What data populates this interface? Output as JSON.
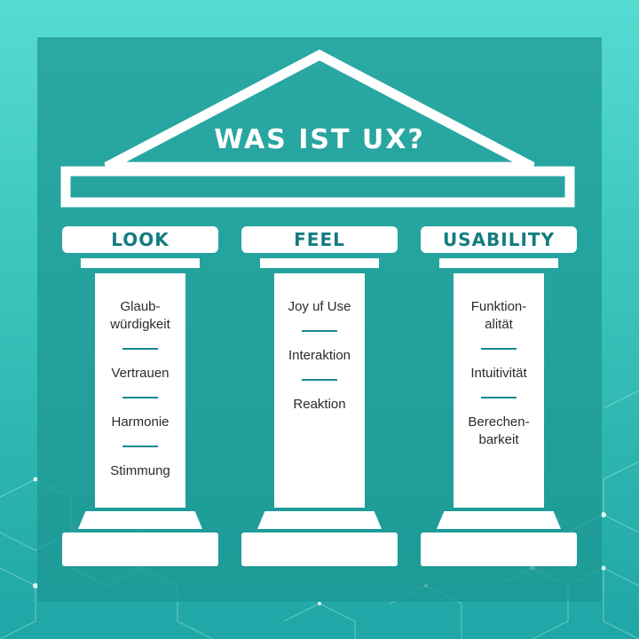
{
  "title": "WAS IST UX?",
  "pillars": [
    {
      "label": "LOOK",
      "items": [
        "Glaub-\nwürdigkeit",
        "Vertrauen",
        "Harmonie",
        "Stimmung"
      ]
    },
    {
      "label": "FEEL",
      "items": [
        "Joy uf Use",
        "Interaktion",
        "Reaktion"
      ]
    },
    {
      "label": "USABILITY",
      "items": [
        "Funktion-\nalität",
        "Intuitivität",
        "Berechen-\nbarkeit"
      ]
    }
  ],
  "colors": {
    "background": "#40c8c0",
    "panel": "#1c9692",
    "pillar": "#ffffff",
    "accent_text": "#147c80",
    "divider": "#1a8a8c"
  }
}
